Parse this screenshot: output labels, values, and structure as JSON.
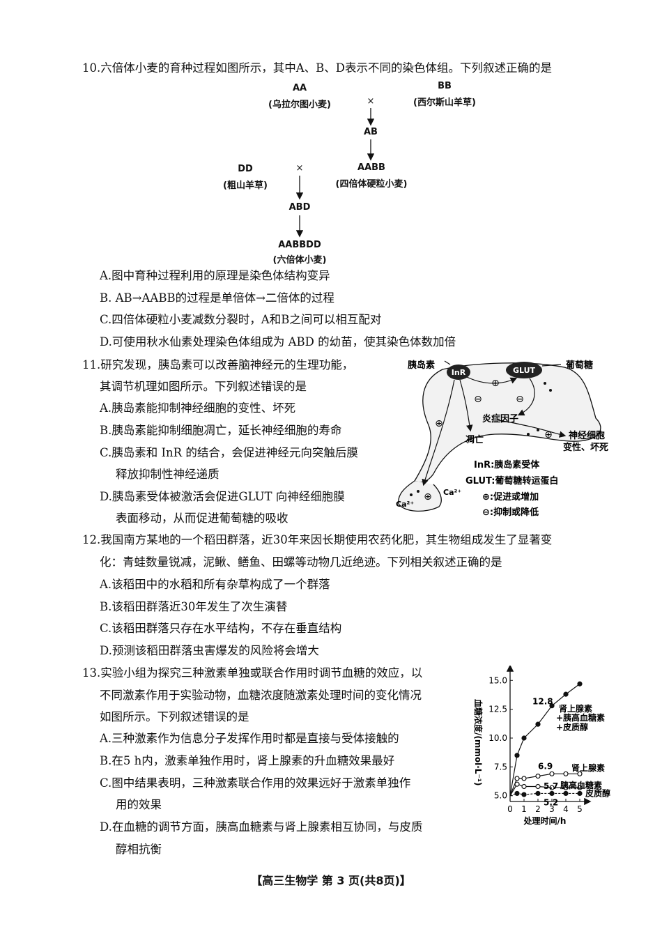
{
  "q10": {
    "stem": "10.六倍体小麦的育种过程如图所示，其中A、B、D表示不同的染色体组。下列叙述正确的是",
    "diagram": {
      "aa": "AA",
      "aa_name": "(乌拉尔图小麦)",
      "bb": "BB",
      "bb_name": "(西尔斯山羊草)",
      "cross": "×",
      "ab": "AB",
      "dd": "DD",
      "dd_name": "(粗山羊草)",
      "aabb": "AABB",
      "aabb_name": "(四倍体硬粒小麦)",
      "abd": "ABD",
      "aabbdd": "AABBDD",
      "aabbdd_name": "(六倍体小麦)"
    },
    "options": [
      "A.图中育种过程利用的原理是染色体结构变异",
      "B. AB→AABB的过程是单倍体→二倍体的过程",
      "C.四倍体硬粒小麦减数分裂时，A和B之间可以相互配对",
      "D.可使用秋水仙素处理染色体组成为 ABD 的幼苗，使其染色体数加倍"
    ]
  },
  "q11": {
    "stem_lines": [
      "11.研究发现，胰岛素可以改善脑神经元的生理功能，",
      "其调节机理如图所示。下列叙述错误的是"
    ],
    "options": [
      [
        "A.胰岛素能抑制神经细胞的变性、坏死"
      ],
      [
        "B.胰岛素能抑制细胞凋亡，延长神经细胞的寿命"
      ],
      [
        "C.胰岛素和 InR 的结合，会促进神经元向突触后膜",
        "释放抑制性神经递质"
      ],
      [
        "D.胰岛素受体被激活会促进GLUT 向神经细胞膜",
        "表面移动，从而促进葡萄糖的吸收"
      ]
    ],
    "figure": {
      "insulin": "胰岛素",
      "inr": "InR",
      "glut": "GLUT",
      "glucose": "葡萄糖",
      "inflam": "炎症因子",
      "apoptosis": "凋亡",
      "neuro1": "神经细胞",
      "neuro2": "变性、坏死",
      "ca": "Ca²⁺",
      "ca2": "Ca²⁺",
      "plus": "⊕",
      "minus": "⊖",
      "legend": [
        "InR:胰岛素受体",
        "GLUT:葡萄糖转运蛋白",
        "⊕:促进或增加",
        "⊖:抑制或降低"
      ]
    }
  },
  "q12": {
    "stem_lines": [
      "12.我国南方某地的一个稻田群落，近30年来因长期使用农药化肥，其生物组成发生了显著变",
      "化：青蛙数量锐减，泥鳅、鳝鱼、田螺等动物几近绝迹。下列相关叙述正确的是"
    ],
    "options": [
      "A.该稻田中的水稻和所有杂草构成了一个群落",
      "B.该稻田群落近30年发生了次生演替",
      "C.该稻田群落只存在水平结构，不存在垂直结构",
      "D.预测该稻田群落虫害爆发的风险将会增大"
    ]
  },
  "q13": {
    "stem_lines": [
      "13.实验小组为探究三种激素单独或联合作用时调节血糖的效应，以",
      "不同激素作用于实验动物，血糖浓度随激素处理时间的变化情况",
      "如图所示。下列叙述错误的是"
    ],
    "options": [
      [
        "A.三种激素作为信息分子发挥作用时都是直接与受体接触的"
      ],
      [
        "B.在5 h内，激素单独作用时，肾上腺素的升血糖效果最好"
      ],
      [
        "C.图中结果表明，三种激素联合作用的效果远好于激素单独作",
        "用的效果"
      ],
      [
        "D.在血糖的调节方面，胰高血糖素与肾上腺素相互协同，与皮质",
        "醇相抗衡"
      ]
    ]
  },
  "chart_data": {
    "type": "line",
    "ylabel": "血糖浓度/(mmol·L⁻¹)",
    "xlabel": "处理时间/h",
    "xlim": [
      0,
      5
    ],
    "ylim": [
      4.5,
      15.5
    ],
    "xticks": [
      "0",
      "1",
      "2",
      "3",
      "4",
      "5"
    ],
    "yticks": [
      "5.0",
      "7.5",
      "10.0",
      "12.5",
      "15.0"
    ],
    "series": [
      {
        "name": "肾上腺素+胰高血糖素+皮质醇",
        "name_lines": [
          "肾上腺素",
          "+胰高血糖素",
          "+皮质醇"
        ],
        "marker": "filled",
        "x": [
          0,
          0.5,
          1,
          2,
          3,
          4,
          5
        ],
        "y": [
          5.0,
          8.5,
          10.0,
          11.2,
          12.8,
          13.8,
          14.7
        ],
        "annotation": "12.8"
      },
      {
        "name": "肾上腺素",
        "marker": "open",
        "x": [
          0,
          0.5,
          1,
          2,
          3,
          4,
          5
        ],
        "y": [
          5.0,
          6.5,
          6.5,
          6.7,
          6.9,
          6.9,
          6.9
        ],
        "annotation": "6.9"
      },
      {
        "name": "胰高血糖素",
        "marker": "open",
        "x": [
          0,
          0.5,
          1,
          2,
          3,
          4,
          5
        ],
        "y": [
          5.0,
          6.0,
          5.8,
          5.8,
          5.7,
          5.7,
          5.7
        ],
        "annotation": "5.7"
      },
      {
        "name": "皮质醇",
        "marker": "filled",
        "dashed": true,
        "x": [
          0,
          0.5,
          1,
          2,
          3,
          4,
          5
        ],
        "y": [
          5.0,
          5.2,
          5.1,
          5.2,
          5.2,
          5.2,
          5.2
        ],
        "annotation": "5.2"
      }
    ]
  },
  "footer": "【高三生物学 第 3 页(共8页)】"
}
